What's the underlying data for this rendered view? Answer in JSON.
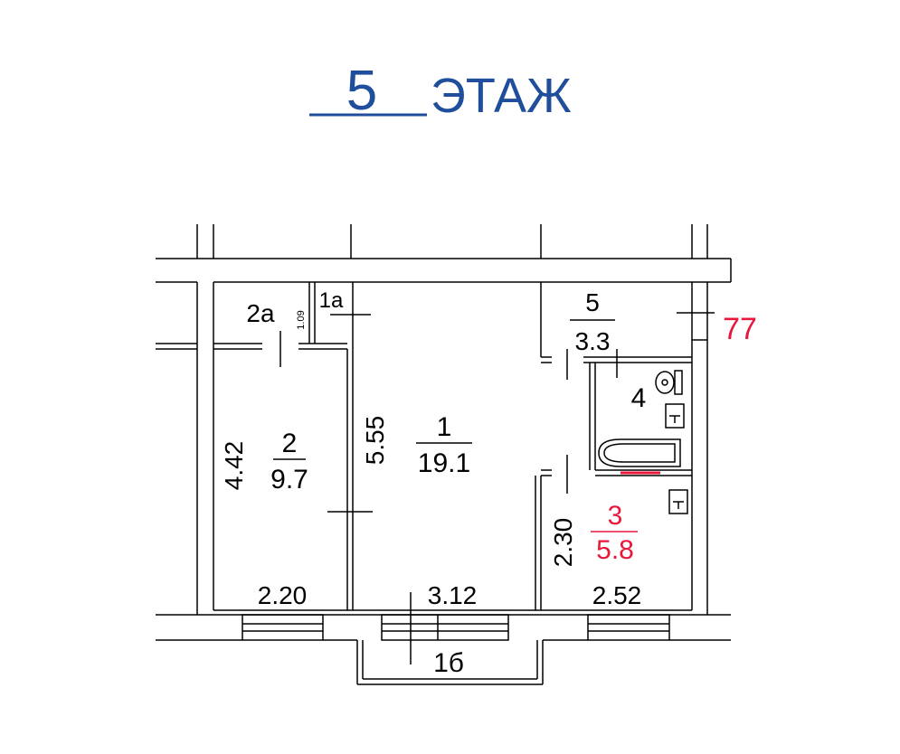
{
  "header": {
    "floor_number": "5",
    "floor_word": "ЭТАЖ"
  },
  "rooms": [
    {
      "id": "1",
      "area": "19.1"
    },
    {
      "id": "2",
      "area": "9.7"
    },
    {
      "id": "2а"
    },
    {
      "id": "1а"
    },
    {
      "id": "3",
      "area": "5.8"
    },
    {
      "id": "4"
    },
    {
      "id": "5",
      "area": "3.3"
    },
    {
      "id": "1б"
    }
  ],
  "dimensions": {
    "room2_width": "2.20",
    "room2_length": "4.42",
    "room1_width": "3.12",
    "room1_length": "5.55",
    "room3_width": "2.52",
    "room3_length": "2.30",
    "room2a_size": "1.09"
  },
  "apartment_number": "77",
  "colors": {
    "header": "#1f4e9c",
    "highlight": "#e8173c",
    "walls": "#000000"
  }
}
